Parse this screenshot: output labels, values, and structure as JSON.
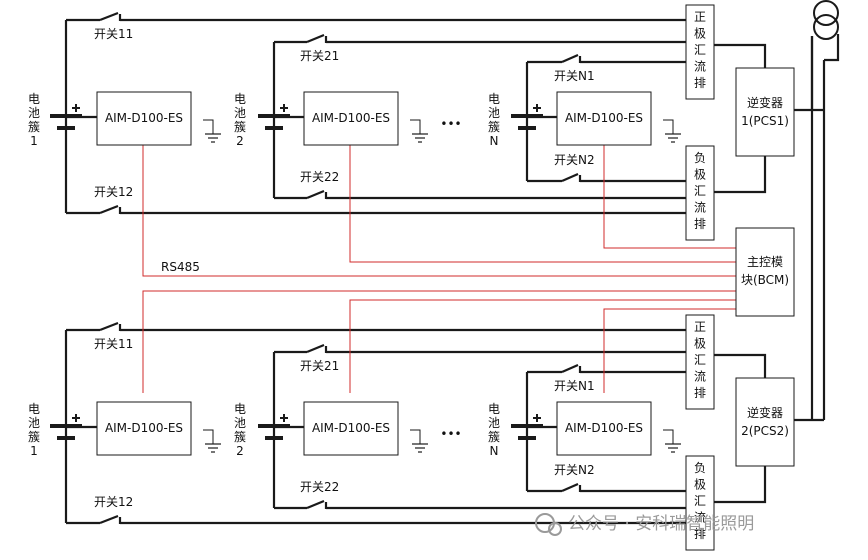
{
  "labels": {
    "cluster1": [
      "电",
      "池",
      "簇",
      "1"
    ],
    "cluster2": [
      "电",
      "池",
      "簇",
      "2"
    ],
    "clusterN": [
      "电",
      "池",
      "簇",
      "N"
    ],
    "aim": "AIM-D100-ES",
    "sw11": "开关11",
    "sw12": "开关12",
    "sw21": "开关21",
    "sw22": "开关22",
    "swN1": "开关N1",
    "swN2": "开关N2",
    "ellipsis": "•••",
    "pos_bus": [
      "正",
      "极",
      "汇",
      "流",
      "排"
    ],
    "neg_bus": [
      "负",
      "极",
      "汇",
      "流",
      "排"
    ],
    "pcs1": [
      "逆变器",
      "1(PCS1)"
    ],
    "pcs2": [
      "逆变器",
      "2(PCS2)"
    ],
    "bcm": [
      "主控模",
      "块(BCM)"
    ],
    "rs485": "RS485",
    "watermark": "公众号 · 安科瑞智能照明"
  },
  "colors": {
    "wire": "#1a1a1a",
    "signal": "#d22b2b",
    "box_border": "#1a1a1a",
    "watermark": "#9a9a9a"
  }
}
